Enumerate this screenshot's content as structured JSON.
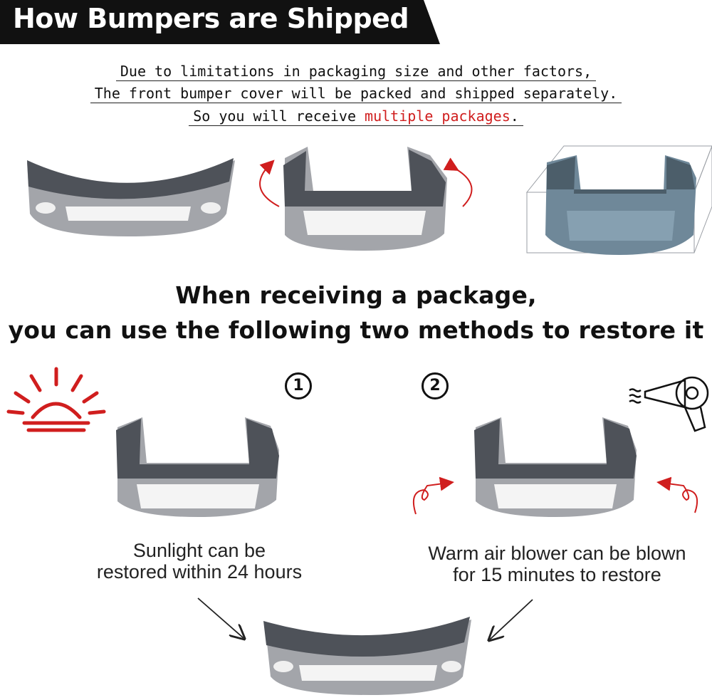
{
  "banner": {
    "title": "How Bumpers are Shipped"
  },
  "notice": {
    "line1": "Due to limitations in packaging size and other factors,",
    "line2": "The front bumper cover will be packed and shipped separately.",
    "line3_prefix": "So you will receive ",
    "line3_highlight": "multiple packages",
    "line3_suffix": "."
  },
  "methods": {
    "heading_line1": "When receiving a package,",
    "heading_line2": "you can use the following two methods to restore it",
    "method1": {
      "number": "1",
      "caption_line1": "Sunlight can be",
      "caption_line2": "restored within 24 hours"
    },
    "method2": {
      "number": "2",
      "caption_line1": "Warm air blower can be blown",
      "caption_line2": "for 15 minutes to restore"
    }
  },
  "colors": {
    "banner_bg": "#111111",
    "accent_red": "#d01e1e",
    "bumper_top": "#4e5259",
    "bumper_body": "#a3a5aa",
    "package_body": "#6f8899"
  }
}
